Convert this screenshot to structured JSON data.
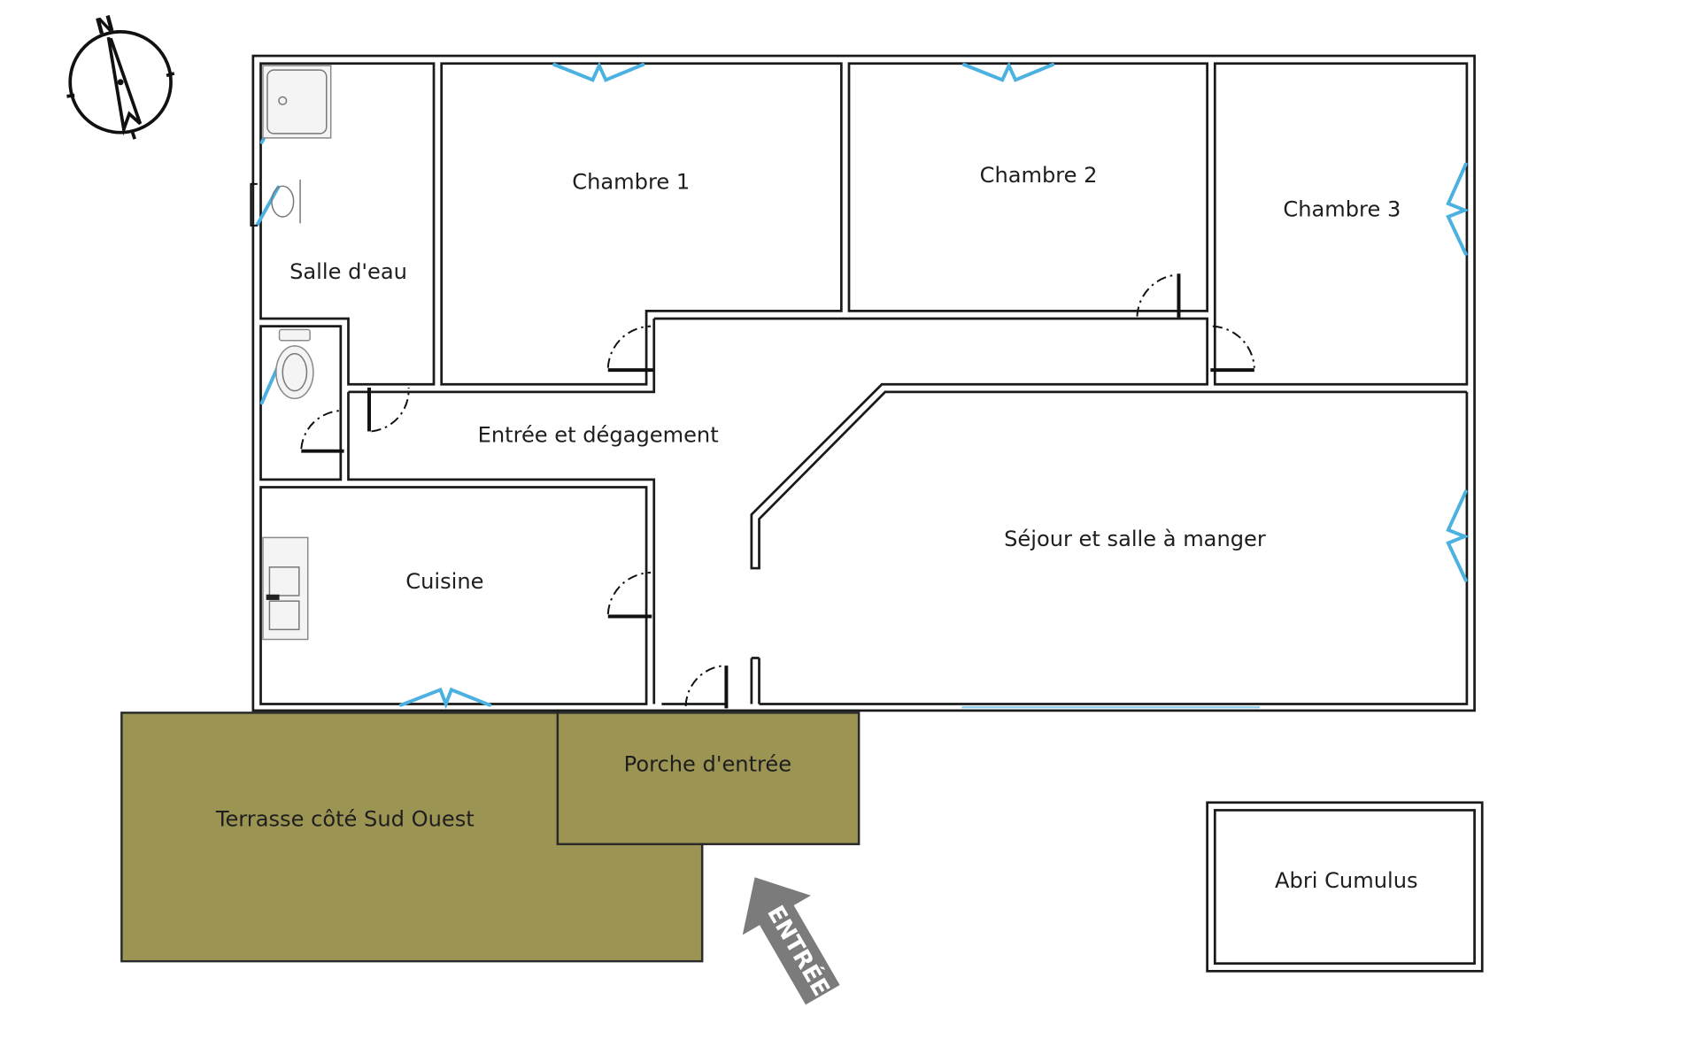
{
  "plan": {
    "title": "Plan de la maison",
    "colors": {
      "wall": "#1a1a1a",
      "window": "#4bb1e0",
      "outdoor": "#9c9453",
      "entry_arrow": "#7b7b7b",
      "background": "#ffffff"
    },
    "compass": {
      "icon": "north-arrow-compass",
      "label": "N"
    },
    "rooms": {
      "salle_eau": "Salle d'eau",
      "chambre1": "Chambre 1",
      "chambre2": "Chambre 2",
      "chambre3": "Chambre 3",
      "entree": "Entrée et dégagement",
      "cuisine": "Cuisine",
      "sejour": "Séjour et salle à manger",
      "porche": "Porche d'entrée",
      "terrasse": "Terrasse côté Sud Ouest",
      "abri": "Abri Cumulus"
    },
    "entry_arrow": {
      "icon": "entry-arrow",
      "label": "ENTRÉE"
    }
  }
}
